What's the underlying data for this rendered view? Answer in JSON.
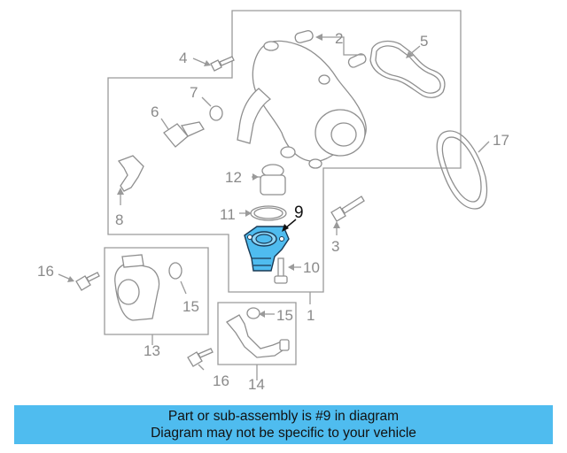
{
  "diagram": {
    "highlight_color": "#4fbcef",
    "callouts": {
      "c1": "1",
      "c2": "2",
      "c3": "3",
      "c4": "4",
      "c5": "5",
      "c6": "6",
      "c7": "7",
      "c8": "8",
      "c9": "9",
      "c10": "10",
      "c11": "11",
      "c12": "12",
      "c13": "13",
      "c14": "14",
      "c15a": "15",
      "c15b": "15",
      "c16a": "16",
      "c16b": "16",
      "c17": "17"
    }
  },
  "banner": {
    "line1": "Part or sub-assembly is #9 in diagram",
    "line2": "Diagram may not be specific to your vehicle",
    "background": "#4fbcef"
  }
}
